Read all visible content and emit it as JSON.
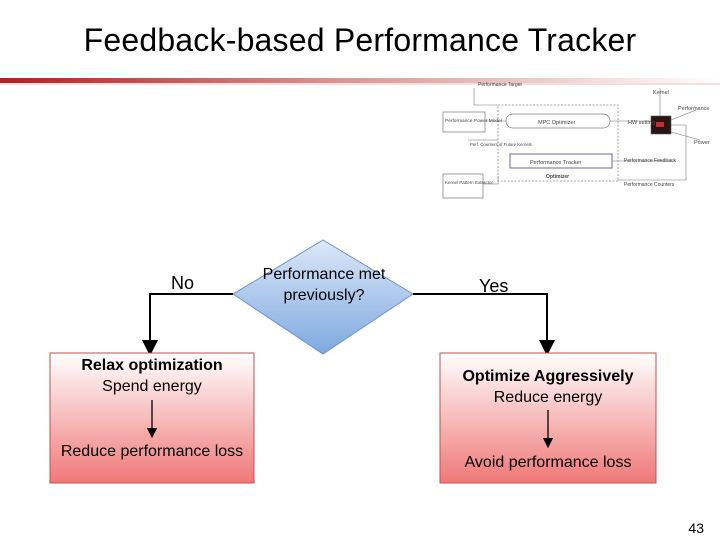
{
  "slide": {
    "title": "Feedback-based Performance Tracker",
    "page_number": "43"
  },
  "architecture": {
    "performance_target": "Performance Target",
    "kernel": "Kernel",
    "performance_power_model": "Performance Power Model",
    "mpc_optimizer": "MPC Optimizer",
    "hw_setting": "HW setting",
    "performance": "Performance",
    "power": "Power",
    "perf_counters_future_kernels": "Perf. Counters of Future Kernels",
    "performance_tracker": "Performance Tracker",
    "performance_feedback": "Performance Feedback",
    "optimizer": "Optimizer",
    "kernel_pattern_extractor": "Kernel Pattern Extractor",
    "performance_counters": "Performance Counters"
  },
  "flow": {
    "decision": "Performance met previously?",
    "no_label": "No",
    "yes_label": "Yes",
    "left_box": {
      "line1": "Relax optimization",
      "line2": "Spend energy",
      "line3": "Reduce performance loss"
    },
    "right_box": {
      "line1": "Optimize Aggressively",
      "line2": "Reduce energy",
      "line3": "Avoid performance loss"
    }
  },
  "colors": {
    "title_rule": "#b02020",
    "diamond_fill_top": "#dce8f8",
    "diamond_fill_bottom": "#7ea9e0",
    "box_fill_top": "#ffffff",
    "box_fill_bottom": "#f07878",
    "box_border": "#c05050"
  }
}
